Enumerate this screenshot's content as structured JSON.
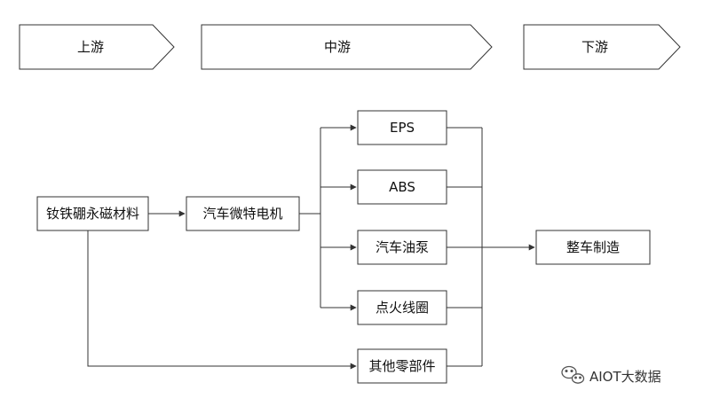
{
  "stages": [
    {
      "id": "upstream",
      "label": "上游"
    },
    {
      "id": "midstream",
      "label": "中游"
    },
    {
      "id": "downstream",
      "label": "下游"
    }
  ],
  "nodes": {
    "magnet": "钕铁硼永磁材料",
    "motor": "汽车微特电机",
    "eps": "EPS",
    "abs": "ABS",
    "fuel_pump": "汽车油泵",
    "ignition_coil": "点火线圈",
    "other_parts": "其他零部件",
    "vehicle": "整车制造"
  },
  "watermark": {
    "text": "AIOT大数据",
    "icon": "wechat-icon"
  }
}
